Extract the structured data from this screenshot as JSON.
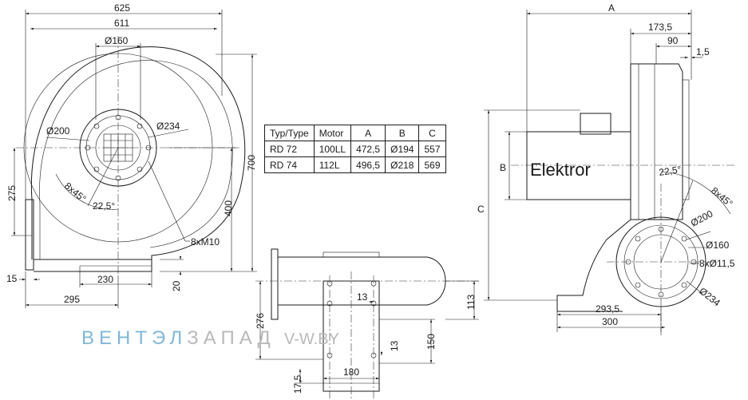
{
  "dimensions": {
    "front": {
      "overall_width": "625",
      "housing_width": "611",
      "inlet_dia": "Ø160",
      "flange_dia": "Ø200",
      "bolt_dia": "Ø234",
      "height": "700",
      "height_axis": "400",
      "axis_height": "275",
      "bolt_angle": "8x45°",
      "offset_angle": "22,5°",
      "bolts": "8xM10",
      "base_depth": "230",
      "base_thickness": "20",
      "flange_width": "15",
      "outlet_offset": "295"
    },
    "bottom": {
      "h276": "276",
      "w13a": "13",
      "w13b": "13",
      "h150": "150",
      "w180": "180",
      "h17": "17,5",
      "h113": "113"
    },
    "side": {
      "A": "A",
      "B": "B",
      "C": "C",
      "d173": "173,5",
      "d90": "90",
      "d15": "1,5",
      "angle": "22,5°",
      "bolt_angle": "8x45°",
      "dia200": "Ø200",
      "dia160": "Ø160",
      "holes": "8xØ11,5",
      "dia234": "Ø234",
      "d293": "293,5",
      "d300": "300",
      "brand": "Elektror"
    }
  },
  "table": {
    "headers": [
      "Typ/Type",
      "Motor",
      "A",
      "B",
      "C"
    ],
    "rows": [
      [
        "RD 72",
        "100LL",
        "472,5",
        "Ø194",
        "557"
      ],
      [
        "RD 74",
        "112L",
        "496,5",
        "Ø218",
        "569"
      ]
    ]
  },
  "watermark": {
    "part1": "ВЕНТЭЛ",
    "part2": "ЗАПАД",
    "url": "V-W.BY",
    "color1": "#7fb8d8",
    "color2": "#b9b9b9"
  }
}
